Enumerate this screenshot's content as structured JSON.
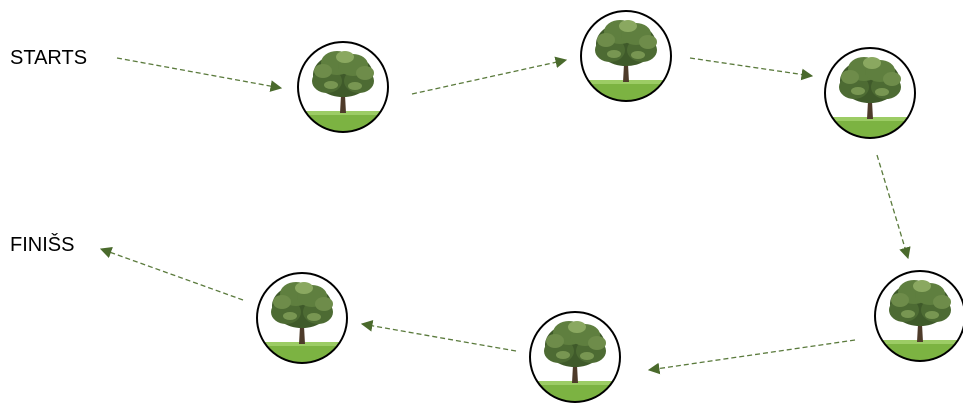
{
  "diagram": {
    "start_label": "STARTS",
    "finish_label": "FINIŠS",
    "colors": {
      "arrow": "#5a7a3c",
      "arrowhead": "#4a6a2c",
      "circle_stroke": "#000000",
      "grass": "#7cb342",
      "trunk": "#4e3b2a",
      "foliage_dark": "#3f5a2a",
      "foliage_mid": "#5f7f3f",
      "foliage_light": "#8aa860"
    },
    "nodes": [
      {
        "id": "tree-1",
        "icon": "tree-icon"
      },
      {
        "id": "tree-2",
        "icon": "tree-icon"
      },
      {
        "id": "tree-3",
        "icon": "tree-icon"
      },
      {
        "id": "tree-4",
        "icon": "tree-icon"
      },
      {
        "id": "tree-5",
        "icon": "tree-icon"
      },
      {
        "id": "tree-6",
        "icon": "tree-icon"
      }
    ],
    "path": [
      "start",
      "tree-1",
      "tree-2",
      "tree-3",
      "tree-4",
      "tree-5",
      "tree-6",
      "finish"
    ]
  }
}
